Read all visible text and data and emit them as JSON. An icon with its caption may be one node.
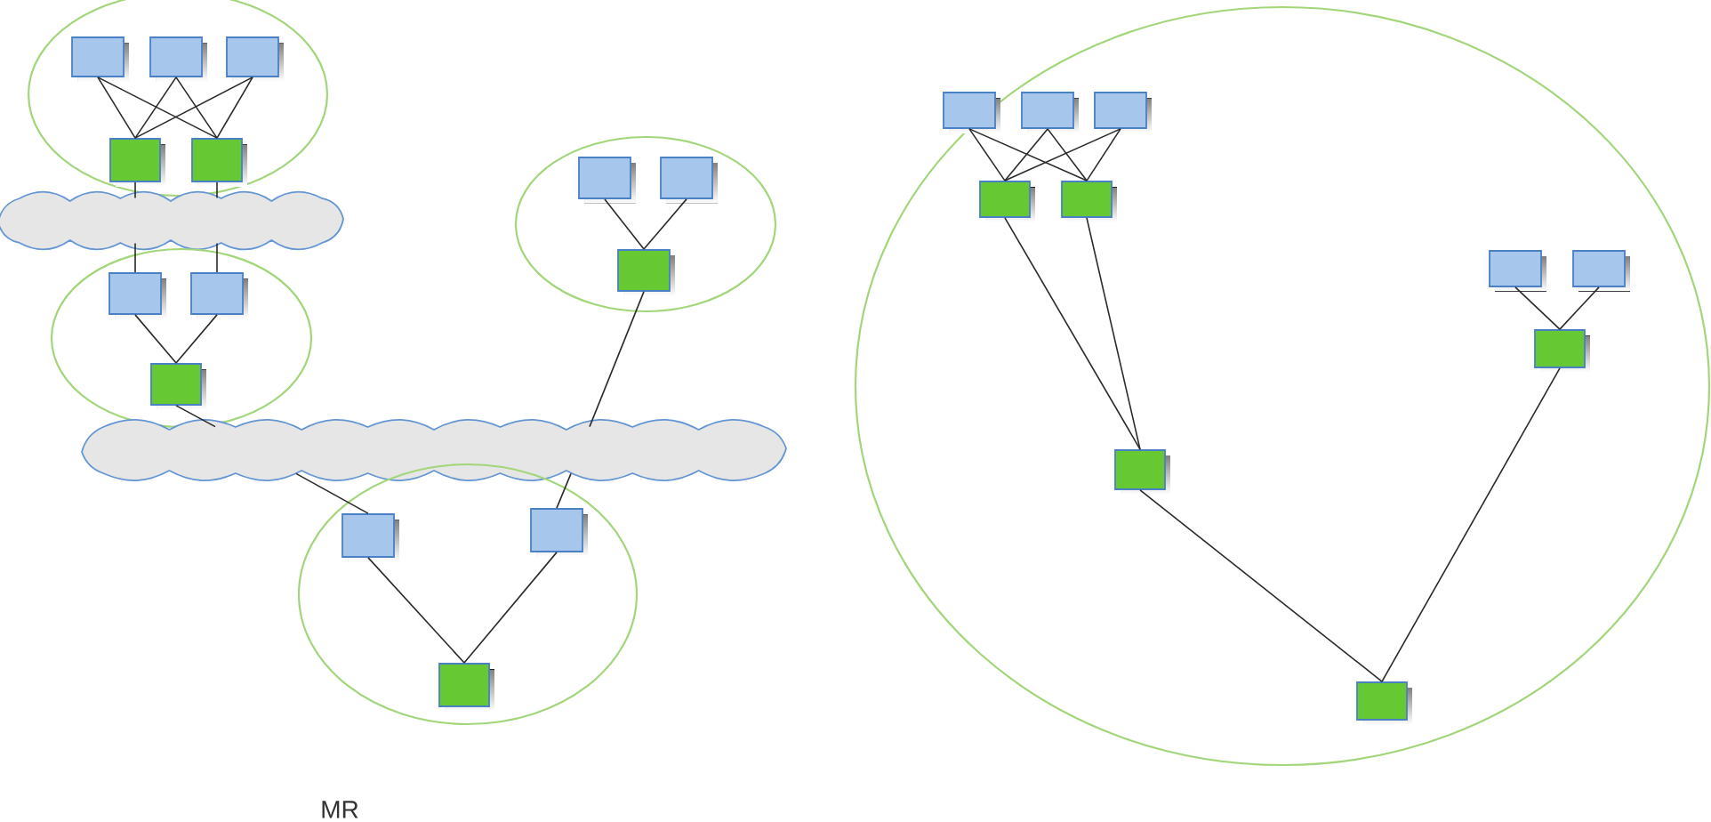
{
  "diagram": {
    "nodes": [
      {
        "text": [],
        "shape": "ellipse"
      },
      {
        "text": [],
        "shape": "box",
        "in": 0
      },
      {
        "text": [],
        "shape": "box",
        "in": 0
      },
      {
        "text": [],
        "shape": "box",
        "in": 0
      },
      {
        "text": [],
        "shape": "box",
        "in": 0
      },
      {
        "text": [],
        "shape": "box",
        "in": 0
      },
      {
        "text": [],
        "shape": "cloud"
      },
      {
        "text": [],
        "shape": "ellipse"
      },
      {
        "text": [],
        "shape": "box",
        "in": 7
      },
      {
        "text": [],
        "shape": "box",
        "in": 7
      },
      {
        "text": [],
        "shape": "box",
        "in": 7
      },
      {
        "text": [],
        "shape": "ellipse"
      },
      {
        "text": [],
        "shape": "box",
        "in": 11
      },
      {
        "text": [],
        "shape": "box",
        "in": 11
      },
      {
        "text": [],
        "shape": "box",
        "in": 11
      },
      {
        "text": [],
        "shape": "cloud"
      },
      {
        "text": [],
        "shape": "ellipse"
      },
      {
        "text": [],
        "shape": "box",
        "in": 16
      },
      {
        "text": [],
        "shape": "box",
        "in": 16
      },
      {
        "text": [],
        "shape": "box",
        "in": 16
      },
      {
        "text": [],
        "shape": "ellipse"
      },
      {
        "text": [],
        "shape": "box"
      },
      {
        "text": [],
        "shape": "box",
        "in": 20
      },
      {
        "text": [],
        "shape": "box",
        "in": 20
      },
      {
        "text": [],
        "shape": "box",
        "in": 20
      },
      {
        "text": [],
        "shape": "box",
        "in": 20
      },
      {
        "text": [],
        "shape": "box",
        "in": 20
      },
      {
        "text": [],
        "shape": "box",
        "in": 20
      },
      {
        "text": [],
        "shape": "box",
        "in": 20
      },
      {
        "text": [],
        "shape": "box",
        "in": 20
      },
      {
        "text": [],
        "shape": "box",
        "in": 20
      }
    ],
    "edges": [
      {
        "from": 1,
        "to": 4,
        "arrow": "none"
      },
      {
        "from": 1,
        "to": 5,
        "arrow": "none"
      },
      {
        "from": 2,
        "to": 4,
        "arrow": "none"
      },
      {
        "from": 2,
        "to": 5,
        "arrow": "none"
      },
      {
        "from": 3,
        "to": 4,
        "arrow": "none"
      },
      {
        "from": 3,
        "to": 5,
        "arrow": "none"
      },
      {
        "from": 4,
        "to": 6,
        "arrow": "none"
      },
      {
        "from": 6,
        "to": 8,
        "arrow": "none"
      },
      {
        "from": 5,
        "to": 6,
        "arrow": "none"
      },
      {
        "from": 6,
        "to": 9,
        "arrow": "none"
      },
      {
        "from": 8,
        "to": 10,
        "arrow": "none"
      },
      {
        "from": 9,
        "to": 10,
        "arrow": "none"
      },
      {
        "from": 10,
        "to": 15,
        "arrow": "none"
      },
      {
        "from": 15,
        "to": 17,
        "arrow": "none"
      },
      {
        "from": 12,
        "to": 14,
        "arrow": "none"
      },
      {
        "from": 13,
        "to": 14,
        "arrow": "none"
      },
      {
        "from": 14,
        "to": 15,
        "arrow": "none"
      },
      {
        "from": 15,
        "to": 18,
        "arrow": "none"
      },
      {
        "from": 17,
        "to": 19,
        "arrow": "none"
      },
      {
        "from": 18,
        "to": 19,
        "arrow": "none"
      },
      {
        "from": 21,
        "to": 24,
        "arrow": "none"
      },
      {
        "from": 21,
        "to": 25,
        "arrow": "none"
      },
      {
        "from": 22,
        "to": 24,
        "arrow": "none"
      },
      {
        "from": 22,
        "to": 25,
        "arrow": "none"
      },
      {
        "from": 23,
        "to": 24,
        "arrow": "none"
      },
      {
        "from": 23,
        "to": 25,
        "arrow": "none"
      },
      {
        "from": 24,
        "to": 26,
        "arrow": "none"
      },
      {
        "from": 25,
        "to": 26,
        "arrow": "none"
      },
      {
        "from": 27,
        "to": 29,
        "arrow": "none"
      },
      {
        "from": 28,
        "to": 29,
        "arrow": "none"
      },
      {
        "from": 26,
        "to": 30,
        "arrow": "none"
      },
      {
        "from": 29,
        "to": 30,
        "arrow": "none"
      }
    ],
    "labels": [
      "MR"
    ]
  }
}
